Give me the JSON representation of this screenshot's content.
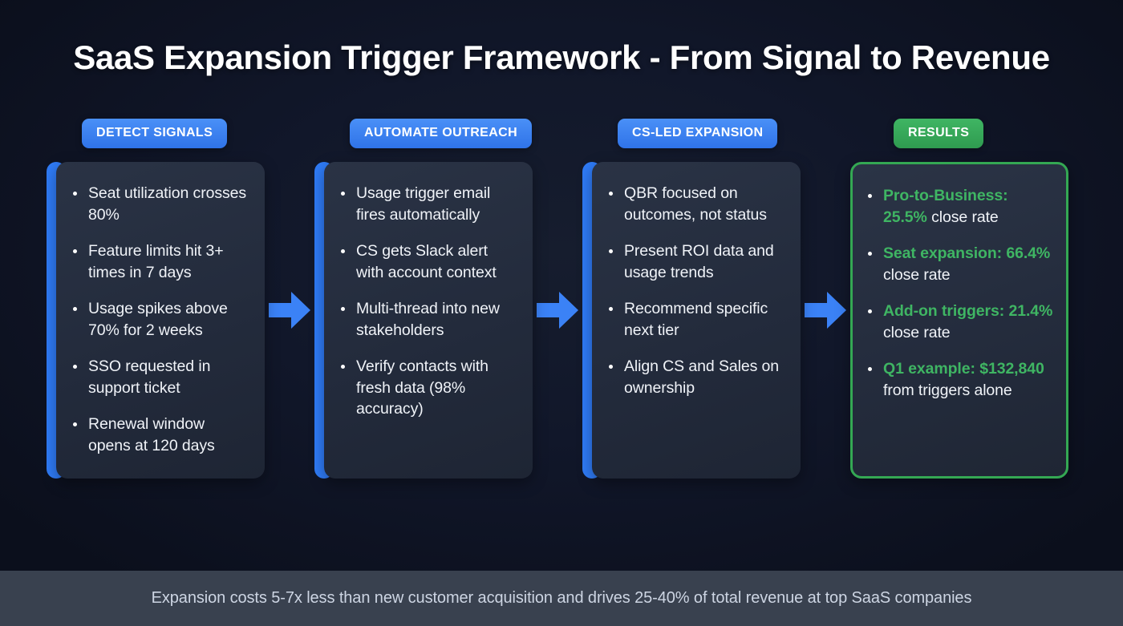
{
  "title": "SaaS Expansion Trigger Framework - From Signal to Revenue",
  "colors": {
    "background": "#0d1220",
    "card": "#262f41",
    "accent_blue": "#2f7bf6",
    "badge_blue": "#3b82f6",
    "badge_green": "#34a853",
    "highlight_green": "#3fb563",
    "arrow_blue": "#3b82f6",
    "footer_bar": "#39414f",
    "text": "#f0f3f8",
    "footer_text": "#cdd5e3"
  },
  "columns": [
    {
      "badge": "DETECT SIGNALS",
      "badge_color": "#3b82f6",
      "accent_color": "#2f7bf6",
      "items": [
        {
          "text": "Seat utilization crosses 80%"
        },
        {
          "text": "Feature limits hit 3+ times in 7 days"
        },
        {
          "text": "Usage spikes above 70% for 2 weeks"
        },
        {
          "text": "SSO requested in support ticket"
        },
        {
          "text": "Renewal window opens at 120 days"
        }
      ]
    },
    {
      "badge": "AUTOMATE OUTREACH",
      "badge_color": "#3b82f6",
      "accent_color": "#2f7bf6",
      "items": [
        {
          "text": "Usage trigger email fires automatically"
        },
        {
          "text": "CS gets Slack alert with account context"
        },
        {
          "text": "Multi-thread into new stakeholders"
        },
        {
          "text": "Verify contacts with fresh data (98% accuracy)"
        }
      ]
    },
    {
      "badge": "CS-LED EXPANSION",
      "badge_color": "#3b82f6",
      "accent_color": "#2f7bf6",
      "items": [
        {
          "text": "QBR focused on outcomes, not status"
        },
        {
          "text": "Present ROI data and usage trends"
        },
        {
          "text": "Recommend specific next tier"
        },
        {
          "text": "Align CS and Sales on ownership"
        }
      ]
    },
    {
      "badge": "RESULTS",
      "badge_color": "#34a853",
      "accent_color": "#34a853",
      "items": [
        {
          "label": "Pro-to-Business:",
          "value": "25.5%",
          "rest": "close rate"
        },
        {
          "label": "Seat expansion:",
          "value": "66.4%",
          "rest": "close rate"
        },
        {
          "label": "Add-on triggers:",
          "value": "21.4%",
          "rest": "close rate"
        },
        {
          "label": "Q1 example:",
          "value": "$132,840",
          "rest": "from triggers alone"
        }
      ]
    }
  ],
  "arrows": [
    {
      "name": "arrow-1"
    },
    {
      "name": "arrow-2"
    },
    {
      "name": "arrow-3"
    }
  ],
  "footer": {
    "text": "Expansion costs 5-7x less than new customer acquisition and drives 25-40% of total revenue at top SaaS companies"
  }
}
